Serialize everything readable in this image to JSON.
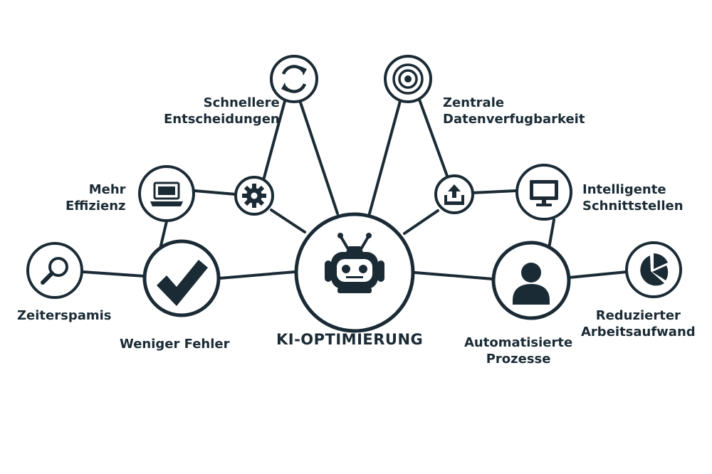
{
  "colors": {
    "ink": "#1b2b35",
    "background": "#ffffff"
  },
  "center": {
    "label": "KI-OPTIMIERUNG",
    "icon": "robot-icon"
  },
  "nodes": [
    {
      "id": "weniger-fehler",
      "icon": "checkmark-icon",
      "lines": [
        "Weniger Fehler"
      ]
    },
    {
      "id": "zeitersparnis",
      "icon": "magnifier-icon",
      "lines": [
        "Zeiterspamis"
      ]
    },
    {
      "id": "mehr-effizienz",
      "icon": "laptop-icon",
      "lines": [
        "Mehr",
        "Effizienz"
      ]
    },
    {
      "id": "gear",
      "icon": "gear-icon",
      "lines": []
    },
    {
      "id": "schnellere-entscheidungen",
      "icon": "refresh-icon",
      "lines": [
        "Schnellere",
        "Entscheidungen"
      ]
    },
    {
      "id": "zentrale-datenverfuegbarkeit",
      "icon": "target-icon",
      "lines": [
        "Zentrale",
        "Datenverfugbarkeit"
      ]
    },
    {
      "id": "upload",
      "icon": "upload-tray-icon",
      "lines": []
    },
    {
      "id": "intelligente-schnittstellen",
      "icon": "monitor-icon",
      "lines": [
        "Intelligente",
        "Schnittstellen"
      ]
    },
    {
      "id": "automatisierte-prozesse",
      "icon": "person-icon",
      "lines": [
        "Automatisierte",
        "Prozesse"
      ]
    },
    {
      "id": "reduzierter-arbeitsaufwand",
      "icon": "pie-chart-icon",
      "lines": [
        "Reduzierter",
        "Arbeitsaufwand"
      ]
    }
  ]
}
